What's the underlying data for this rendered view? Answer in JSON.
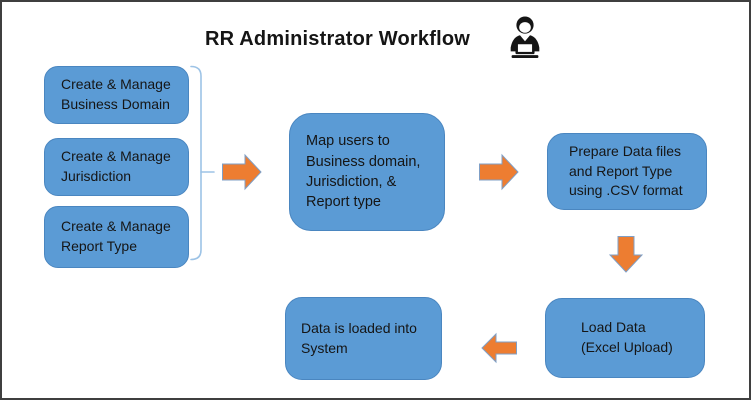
{
  "title": "RR Administrator Workflow",
  "header_icon": "admin-user-at-laptop-icon",
  "nodes": {
    "create_business_domain": "Create & Manage\nBusiness Domain",
    "create_jurisdiction": "Create & Manage\nJurisdiction",
    "create_report_type": "Create & Manage\nReport Type",
    "map_users": "Map users to\nBusiness domain,\nJurisdiction, &\nReport type",
    "prepare_data": "Prepare Data files\nand Report Type\nusing .CSV format",
    "load_data": "Load Data\n(Excel Upload)",
    "data_loaded": "Data is loaded into\nSystem"
  },
  "flow": [
    "create_business_domain + create_jurisdiction + create_report_type -> map_users",
    "map_users -> prepare_data",
    "prepare_data -> load_data",
    "load_data -> data_loaded"
  ],
  "colors": {
    "node_fill": "#5B9BD5",
    "node_border": "#4A86C0",
    "arrow_fill": "#ED7D31",
    "arrow_border": "#7F9FC6",
    "bracket": "#9DC3E6",
    "frame": "#3F3F3F",
    "text": "#151515"
  }
}
